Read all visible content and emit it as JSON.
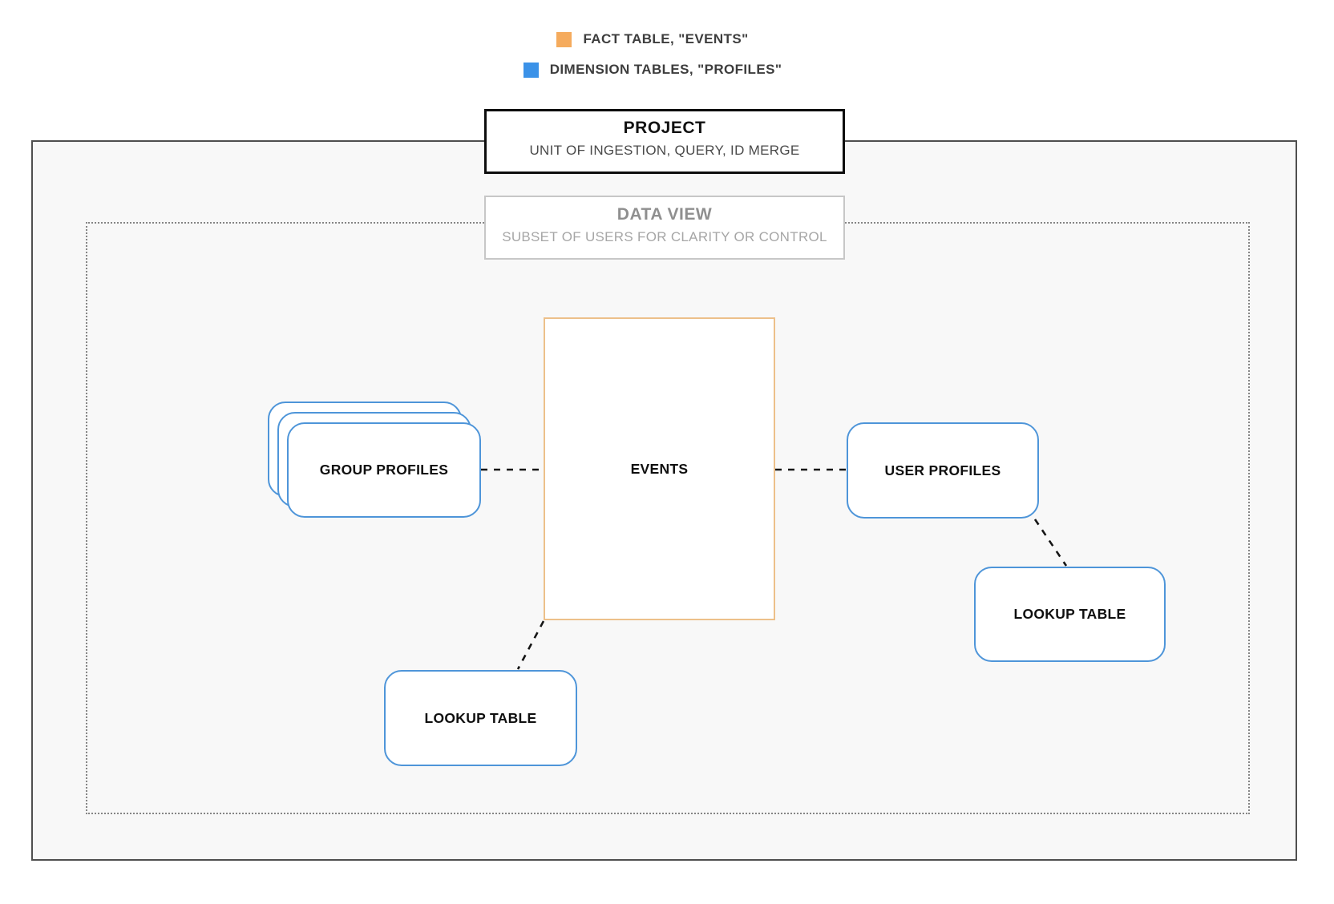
{
  "legend": {
    "items": [
      {
        "icon": "fact-table-swatch",
        "label": "FACT TABLE, \"EVENTS\"",
        "color": "#f5ab5d"
      },
      {
        "icon": "dimension-table-swatch",
        "label": "DIMENSION TABLES, \"PROFILES\"",
        "color": "#3b92e8"
      }
    ]
  },
  "project": {
    "title": "PROJECT",
    "subtitle": "UNIT OF INGESTION, QUERY, ID MERGE"
  },
  "data_view": {
    "title": "DATA VIEW",
    "subtitle": "SUBSET OF USERS FOR CLARITY OR CONTROL"
  },
  "nodes": {
    "events": {
      "label": "EVENTS",
      "category": "fact",
      "border_color": "#edc08a"
    },
    "group_profiles": {
      "label": "GROUP PROFILES",
      "category": "dimension",
      "stacked": true,
      "border_color": "#4e95d9"
    },
    "user_profiles": {
      "label": "USER PROFILES",
      "category": "dimension",
      "border_color": "#4e95d9"
    },
    "lookup_table_bottom": {
      "label": "LOOKUP TABLE",
      "category": "dimension",
      "border_color": "#4e95d9"
    },
    "lookup_table_right": {
      "label": "LOOKUP TABLE",
      "category": "dimension",
      "border_color": "#4e95d9"
    }
  },
  "connections": [
    {
      "from": "group_profiles",
      "to": "events",
      "style": "dashed"
    },
    {
      "from": "events",
      "to": "user_profiles",
      "style": "dashed"
    },
    {
      "from": "events",
      "to": "lookup_table_bottom",
      "style": "dashed"
    },
    {
      "from": "user_profiles",
      "to": "lookup_table_right",
      "style": "dashed"
    }
  ],
  "colors": {
    "fact_orange": "#f5ab5d",
    "fact_border_orange": "#edc08a",
    "dimension_blue": "#3b92e8",
    "dimension_border_blue": "#4e95d9",
    "outer_border": "#4f4f4f",
    "dotted_border": "#858585",
    "container_background": "#f8f8f8"
  }
}
